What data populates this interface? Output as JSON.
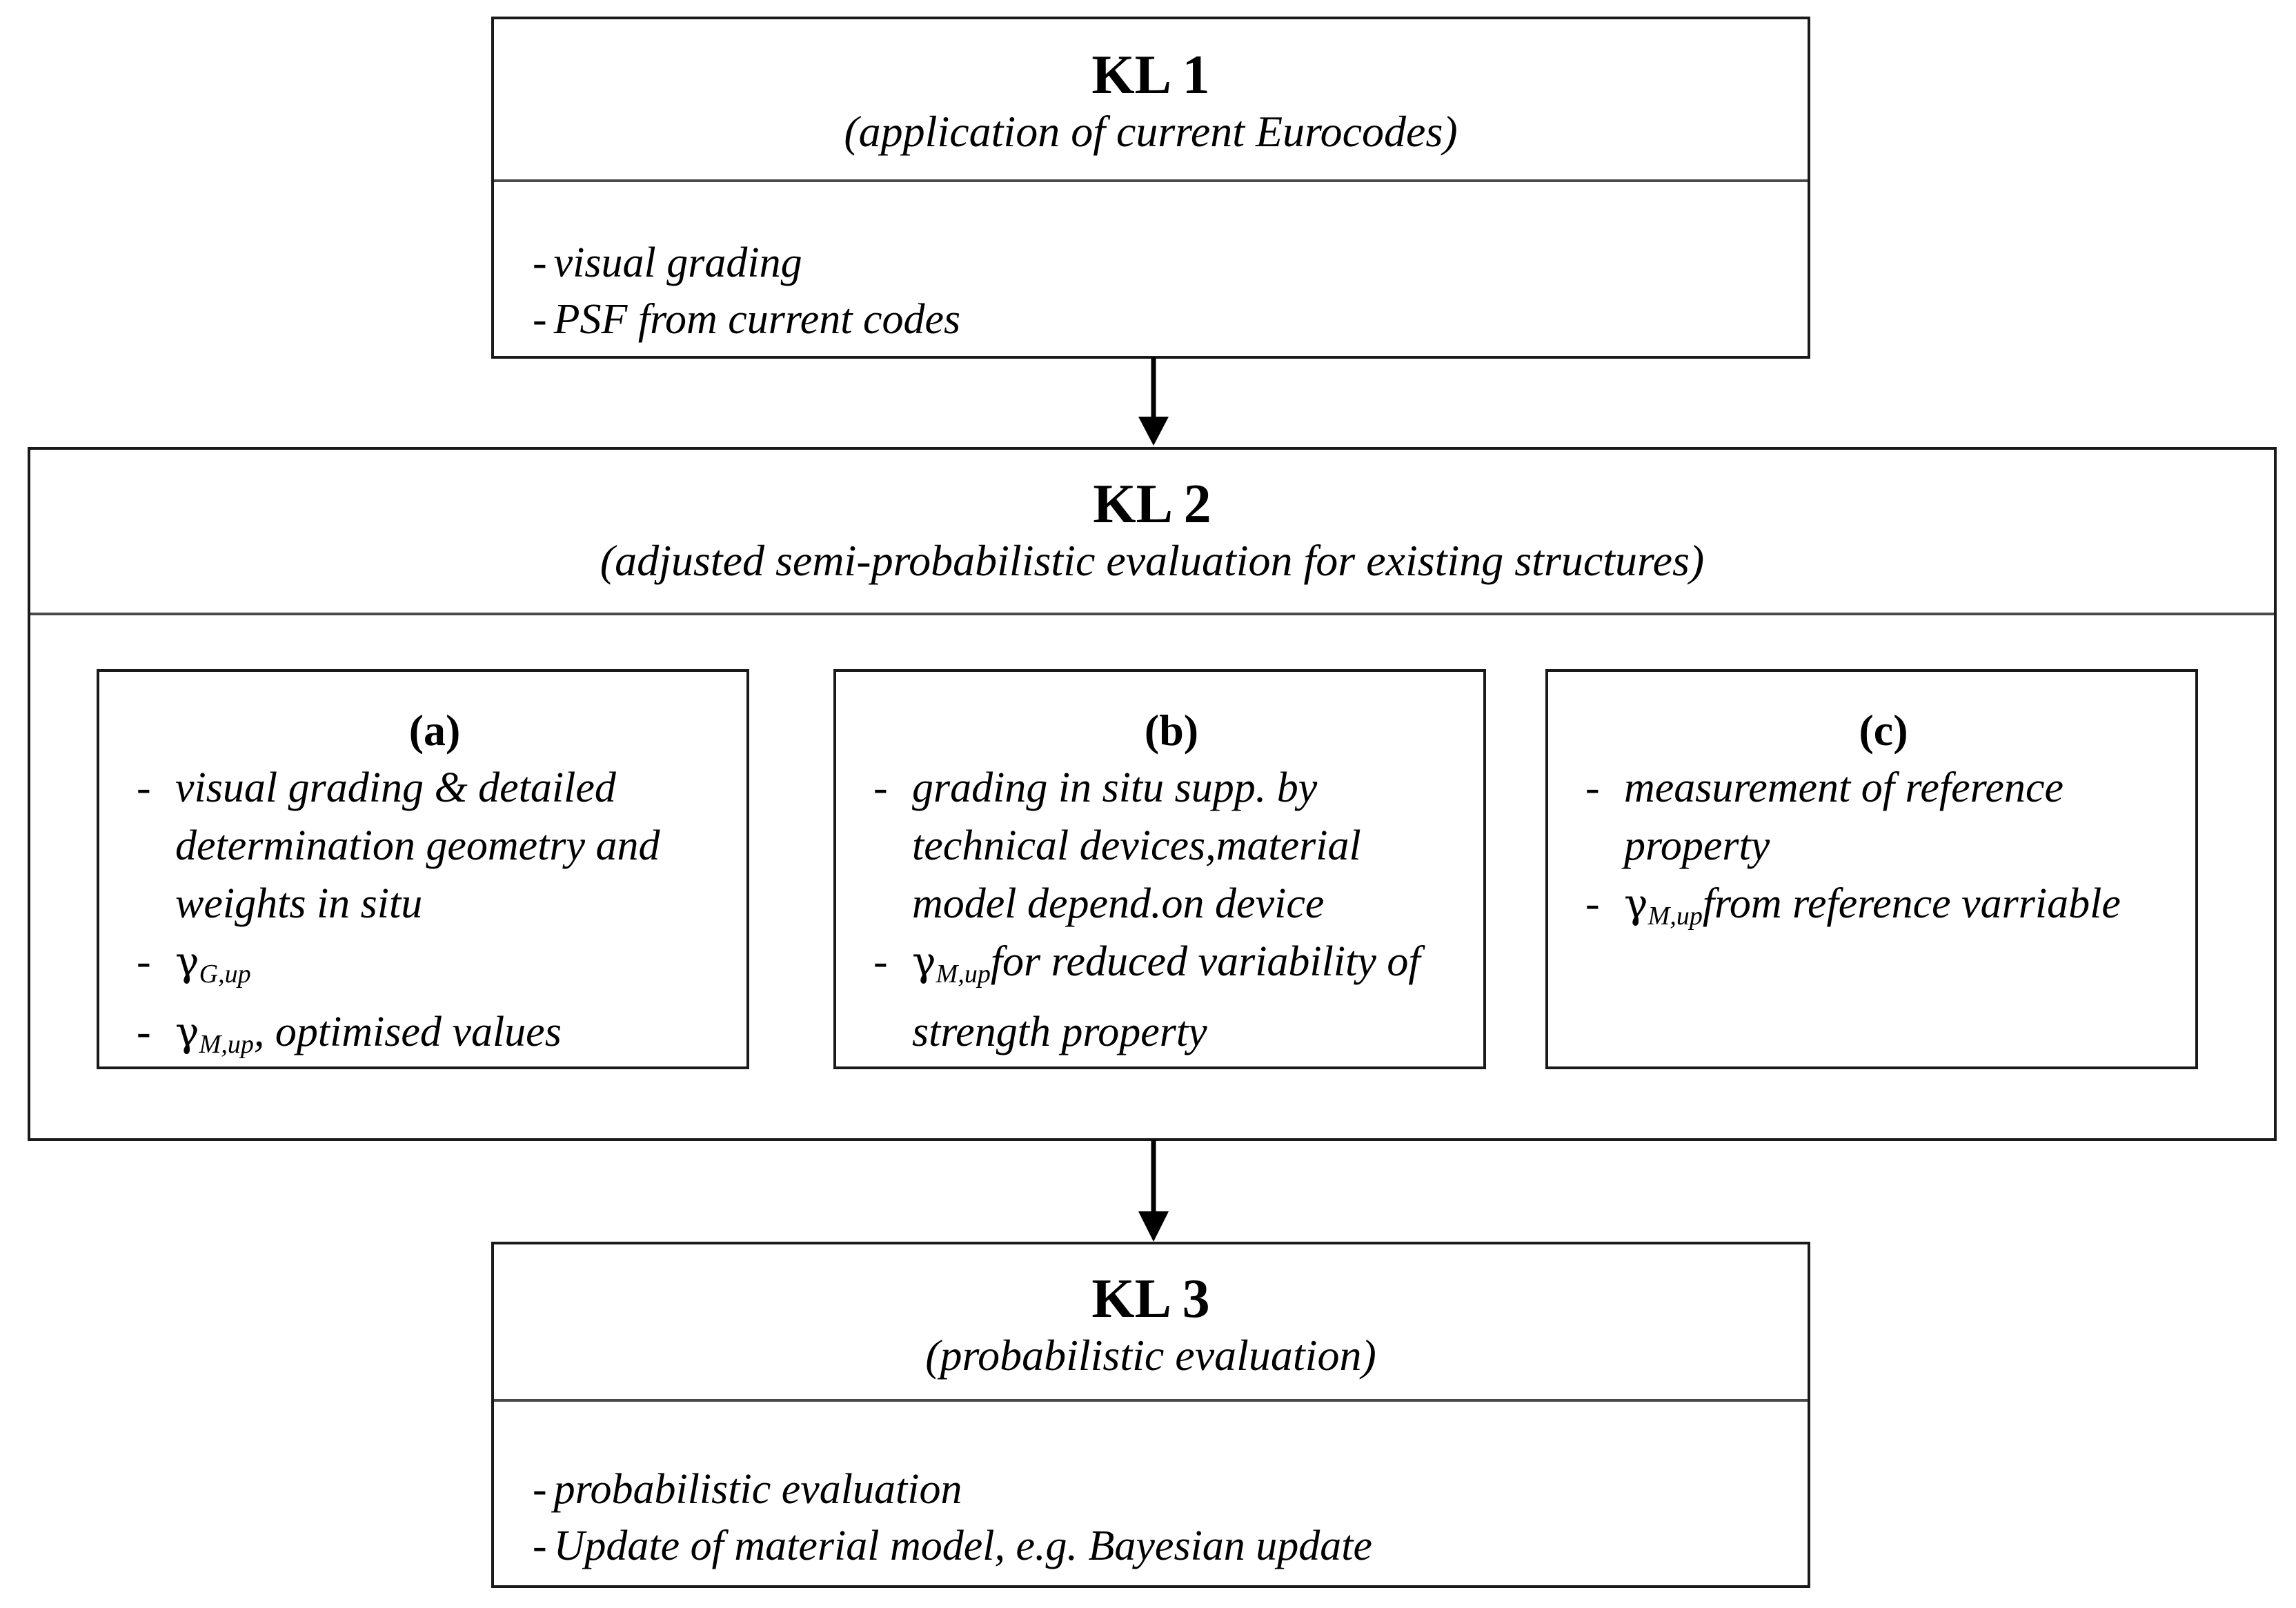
{
  "kl1": {
    "title": "KL 1",
    "subtitle": "(application of current Eurocodes)",
    "items": [
      "visual grading",
      "PSF from current codes"
    ]
  },
  "kl2": {
    "title": "KL 2",
    "subtitle": "(adjusted semi-probabilistic evaluation for existing structures)",
    "a": {
      "label": "(a)",
      "item1": "visual grading & detailed determination geometry and weights in situ",
      "item2_symbol": "γ",
      "item2_sub": "G,up",
      "item3_symbol": "γ",
      "item3_sub": "M,up",
      "item3_text": ", optimised values"
    },
    "b": {
      "label": "(b)",
      "item1": "grading in situ supp. by technical devices,material model depend.on device",
      "item2_symbol": "γ",
      "item2_sub": "M,up",
      "item2_text": "for reduced variability of strength property"
    },
    "c": {
      "label": "(c)",
      "item1": "measurement of reference property",
      "item2_symbol": "γ",
      "item2_sub": "M,up",
      "item2_text": "from reference varriable"
    }
  },
  "kl3": {
    "title": "KL 3",
    "subtitle": "(probabilistic evaluation)",
    "items": [
      "probabilistic evaluation",
      "Update of material model, e.g. Bayesian update"
    ]
  },
  "dash": "-"
}
